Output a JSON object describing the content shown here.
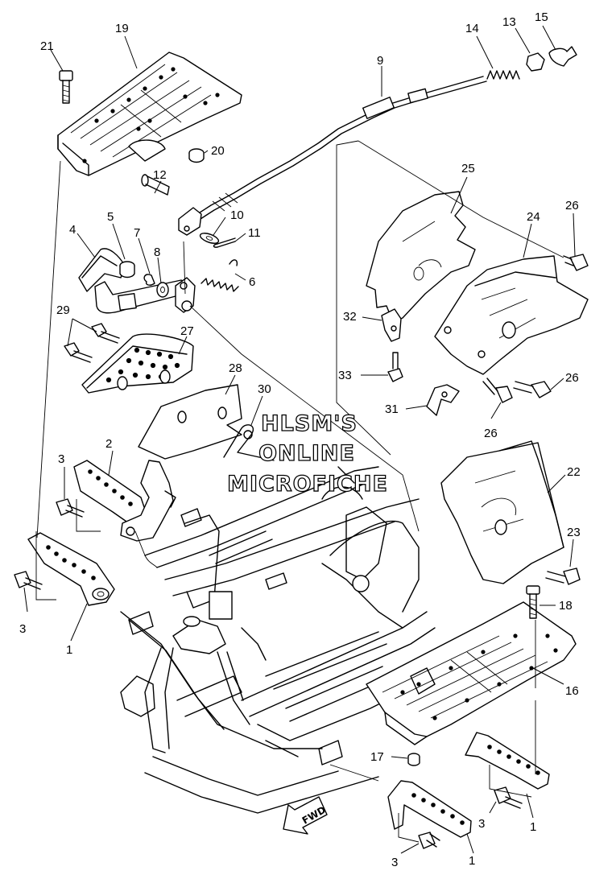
{
  "callouts": [
    {
      "id": "c21",
      "text": "21"
    },
    {
      "id": "c19",
      "text": "19"
    },
    {
      "id": "c9",
      "text": "9"
    },
    {
      "id": "c14",
      "text": "14"
    },
    {
      "id": "c13",
      "text": "13"
    },
    {
      "id": "c15",
      "text": "15"
    },
    {
      "id": "c20",
      "text": "20"
    },
    {
      "id": "c12",
      "text": "12"
    },
    {
      "id": "c25",
      "text": "25"
    },
    {
      "id": "c5",
      "text": "5"
    },
    {
      "id": "c10",
      "text": "10"
    },
    {
      "id": "c4",
      "text": "4"
    },
    {
      "id": "c7",
      "text": "7"
    },
    {
      "id": "c11",
      "text": "11"
    },
    {
      "id": "c24",
      "text": "24"
    },
    {
      "id": "c26a",
      "text": "26"
    },
    {
      "id": "c8",
      "text": "8"
    },
    {
      "id": "c6",
      "text": "6"
    },
    {
      "id": "c29",
      "text": "29"
    },
    {
      "id": "c27",
      "text": "27"
    },
    {
      "id": "c32",
      "text": "32"
    },
    {
      "id": "c28",
      "text": "28"
    },
    {
      "id": "c30",
      "text": "30"
    },
    {
      "id": "c33",
      "text": "33"
    },
    {
      "id": "c26b",
      "text": "26"
    },
    {
      "id": "c31",
      "text": "31"
    },
    {
      "id": "c26c",
      "text": "26"
    },
    {
      "id": "c2",
      "text": "2"
    },
    {
      "id": "c3a",
      "text": "3"
    },
    {
      "id": "c22",
      "text": "22"
    },
    {
      "id": "c23",
      "text": "23"
    },
    {
      "id": "c18",
      "text": "18"
    },
    {
      "id": "c3b",
      "text": "3"
    },
    {
      "id": "c1a",
      "text": "1"
    },
    {
      "id": "c16",
      "text": "16"
    },
    {
      "id": "c17",
      "text": "17"
    },
    {
      "id": "c3c",
      "text": "3"
    },
    {
      "id": "c1b",
      "text": "1"
    },
    {
      "id": "c3d",
      "text": "3"
    },
    {
      "id": "c1c",
      "text": "1"
    }
  ],
  "watermark": {
    "line1": "HLSM'S",
    "line2": "ONLINE",
    "line3": "MICROFICHE"
  },
  "fwd_label": "FWD"
}
